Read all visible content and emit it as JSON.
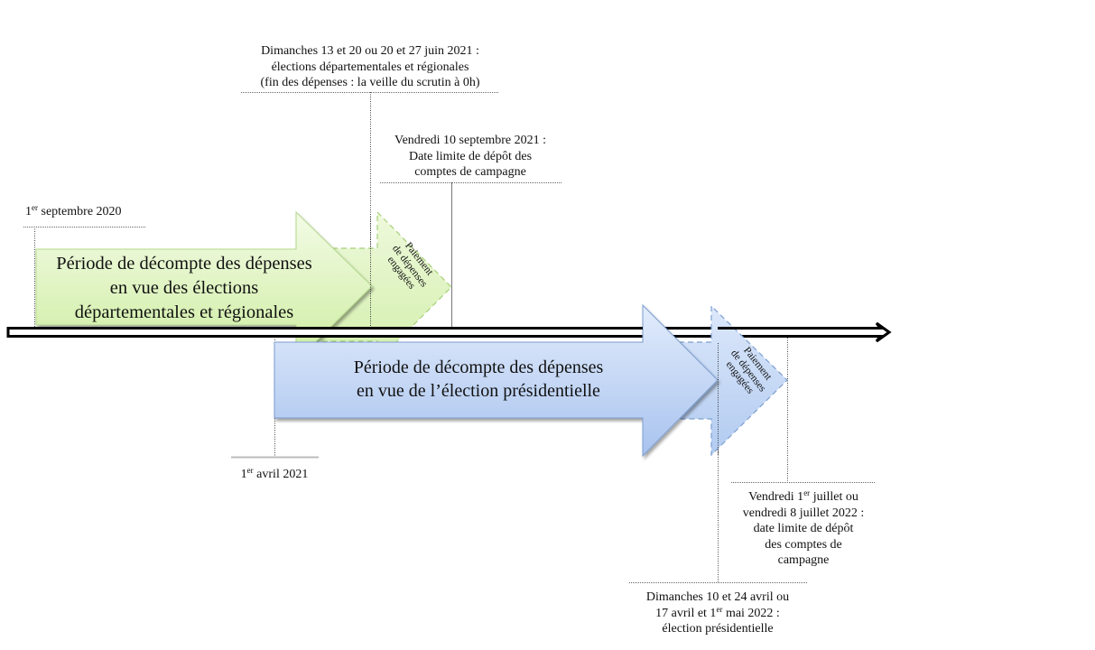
{
  "diagram": {
    "type": "timeline",
    "colors": {
      "green_fill_top": "#f2fbe3",
      "green_fill_bottom": "#cfeea3",
      "green_stroke": "#9cc96a",
      "blue_fill_top": "#dfe9fb",
      "blue_fill_bottom": "#a9c4ee",
      "blue_stroke": "#6f93c8",
      "timeline": "#000000",
      "guide_line": "#555555"
    },
    "periods": [
      {
        "id": "departementales",
        "label": "Période de décompte des dépenses en vue des élections départementales et régionales",
        "lines": [
          "Période de décompte des dépenses",
          "en vue des élections",
          "départementales et régionales"
        ],
        "payment_label_lines": [
          "Paiement",
          "de dépenses",
          "engagées"
        ]
      },
      {
        "id": "presidentielle",
        "label": "Période de décompte des dépenses en vue de l’élection présidentielle",
        "lines": [
          "Période de décompte des dépenses",
          "en vue de l’élection présidentielle"
        ],
        "payment_label_lines": [
          "Paiement",
          "de dépenses",
          "engagées"
        ]
      }
    ],
    "milestones": [
      {
        "id": "start-departementales",
        "parts": [
          "1",
          "er",
          " septembre 2020"
        ]
      },
      {
        "id": "election-departementales",
        "lines": [
          "Dimanches 13 et 20 ou 20 et 27 juin 2021 :",
          "élections départementales et régionales",
          "(fin des dépenses : la veille du scrutin à 0h)"
        ]
      },
      {
        "id": "deadline-departementales",
        "lines": [
          "Vendredi 10 septembre 2021 :",
          "Date limite de dépôt des",
          "comptes de campagne"
        ]
      },
      {
        "id": "start-presidentielle",
        "parts": [
          "1",
          "er",
          " avril 2021"
        ]
      },
      {
        "id": "deadline-presidentielle",
        "line1_parts": [
          "Vendredi 1",
          "er",
          " juillet ou"
        ],
        "lines": [
          "vendredi 8 juillet 2022 :",
          "date limite de dépôt",
          "des comptes de",
          "campagne"
        ]
      },
      {
        "id": "election-presidentielle",
        "line1": "Dimanches 10 et 24 avril ou",
        "line2_parts": [
          "17 avril et 1",
          "er",
          " mai 2022 :"
        ],
        "line3": "élection présidentielle"
      }
    ]
  }
}
